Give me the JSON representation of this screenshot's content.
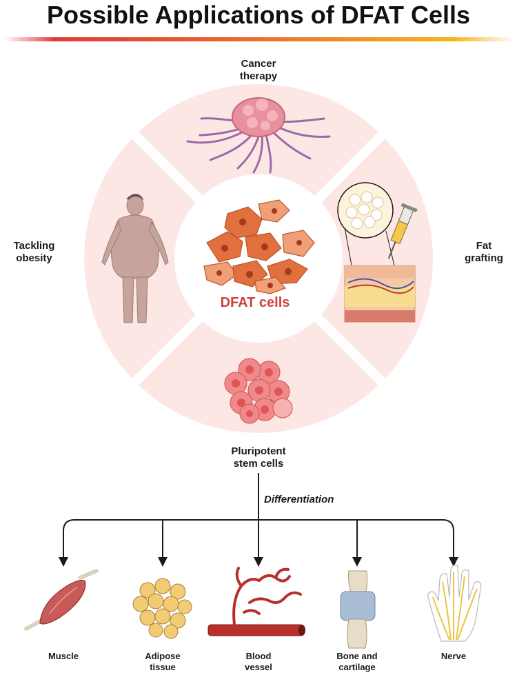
{
  "title": "Possible Applications of DFAT Cells",
  "center": {
    "label": "DFAT cells"
  },
  "applications": {
    "top": "Cancer\ntherapy",
    "left": "Tackling\nobesity",
    "right": "Fat\ngrafting",
    "bottom": "Pluripotent\nstem cells"
  },
  "differentiation": {
    "label": "Differentiation"
  },
  "targets": [
    "Muscle",
    "Adipose\ntissue",
    "Blood\nvessel",
    "Bone and\ncartilage",
    "Nerve"
  ],
  "colors": {
    "ring": "#fde7e5",
    "center": "#ffffff",
    "accent": "#d0403a",
    "cells": "#e2703f"
  }
}
